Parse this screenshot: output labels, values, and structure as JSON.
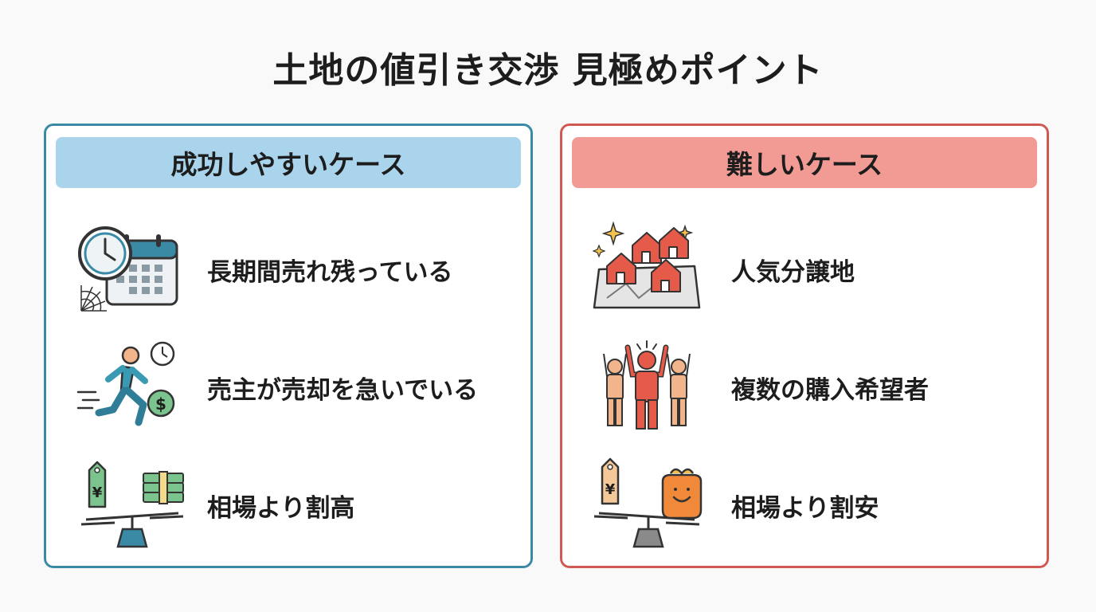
{
  "title": "土地の値引き交渉 見極めポイント",
  "colors": {
    "success_border": "#3a8aa6",
    "success_header": "#a9d4ec",
    "difficult_border": "#d05a52",
    "difficult_header": "#f19b94"
  },
  "success": {
    "header": "成功しやすいケース",
    "items": [
      {
        "label": "長期間売れ残っている",
        "icon": "clock-calendar-cobweb-icon"
      },
      {
        "label": "売主が売却を急いでいる",
        "icon": "running-person-clock-dollar-icon"
      },
      {
        "label": "相場より割高",
        "icon": "yen-tag-scale-money-icon"
      }
    ]
  },
  "difficult": {
    "header": "難しいケース",
    "items": [
      {
        "label": "人気分譲地",
        "icon": "houses-map-sparkle-icon"
      },
      {
        "label": "複数の購入希望者",
        "icon": "crowd-people-icon"
      },
      {
        "label": "相場より割安",
        "icon": "yen-tag-scale-purse-icon"
      }
    ]
  }
}
